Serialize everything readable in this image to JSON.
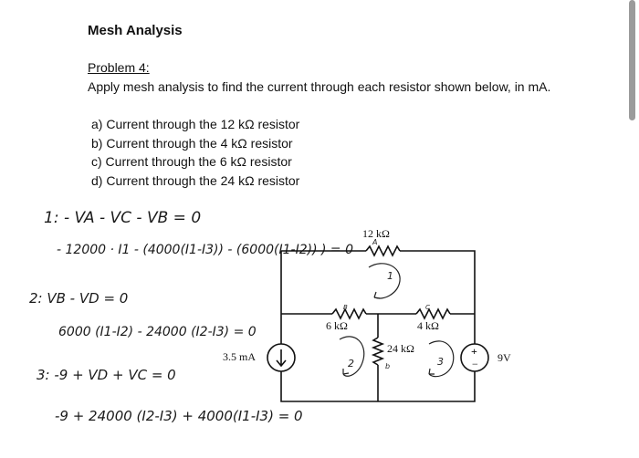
{
  "document": {
    "heading": "Mesh Analysis",
    "problem_label": "Problem 4:",
    "problem_text": "Apply mesh analysis to find the current through each resistor shown below, in mA.",
    "questions": [
      "a)  Current through the 12 kΩ resistor",
      "b)  Current through the 4 kΩ resistor",
      "c)  Current through the 6 kΩ resistor",
      "d)  Current through the 24 kΩ resistor"
    ]
  },
  "circuit": {
    "r12": "12 kΩ",
    "r6": "6 kΩ",
    "r4": "4 kΩ",
    "r24": "24 kΩ",
    "current_source": "3.5 mA",
    "voltage_source": "9V",
    "plus": "+",
    "minus": "−",
    "mesh_1": "1",
    "mesh_2": "2",
    "mesh_3": "3",
    "mark_a": "A",
    "mark_b": "B",
    "mark_c": "C",
    "mark_b_small": "b"
  },
  "notes": {
    "line1": "1:  - VA - VC - VB = 0",
    "line2": "- 12000 · I1 - (4000(I1-I3)) - (6000(I1-I2)) ) = 0",
    "line3": "2:  VB - VD = 0",
    "line4": "6000 (I1-I2) - 24000 (I2-I3) = 0",
    "line5": "3:  -9 + VD + VC = 0",
    "line6": "-9 + 24000 (I2-I3) + 4000(I1-I3) = 0"
  }
}
